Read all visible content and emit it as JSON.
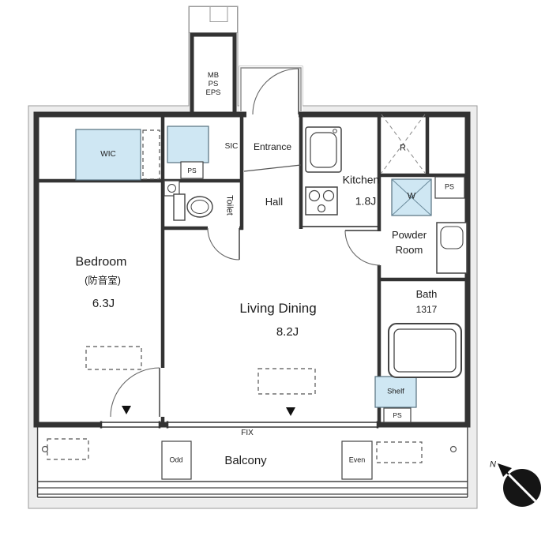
{
  "floorplan": {
    "shaft_label": "MB\nPS\nEPS",
    "wic": "WIC",
    "sic": "SIC",
    "sic_ps": "PS",
    "entrance": "Entrance",
    "hall": "Hall",
    "toilet": "Toilet",
    "kitchen": {
      "name": "Kitchen",
      "size": "1.8J"
    },
    "fridge": "R",
    "washer": "W",
    "ps_right": "PS",
    "powder_room": "Powder\nRoom",
    "bath": {
      "name": "Bath",
      "size": "1317"
    },
    "bedroom": {
      "name": "Bedroom",
      "sub": "(防音室)",
      "size": "6.3J"
    },
    "living_dining": {
      "name": "Living Dining",
      "size": "8.2J"
    },
    "shelf": "Shelf",
    "ps_bottom": "PS",
    "balcony": {
      "name": "Balcony",
      "fix": "FIX",
      "odd": "Odd",
      "even": "Even"
    },
    "compass": "N"
  },
  "colors": {
    "closet_fill": "#cfe7f3",
    "wall": "#333333",
    "margin_fill": "#ededed",
    "background": "#ffffff"
  }
}
